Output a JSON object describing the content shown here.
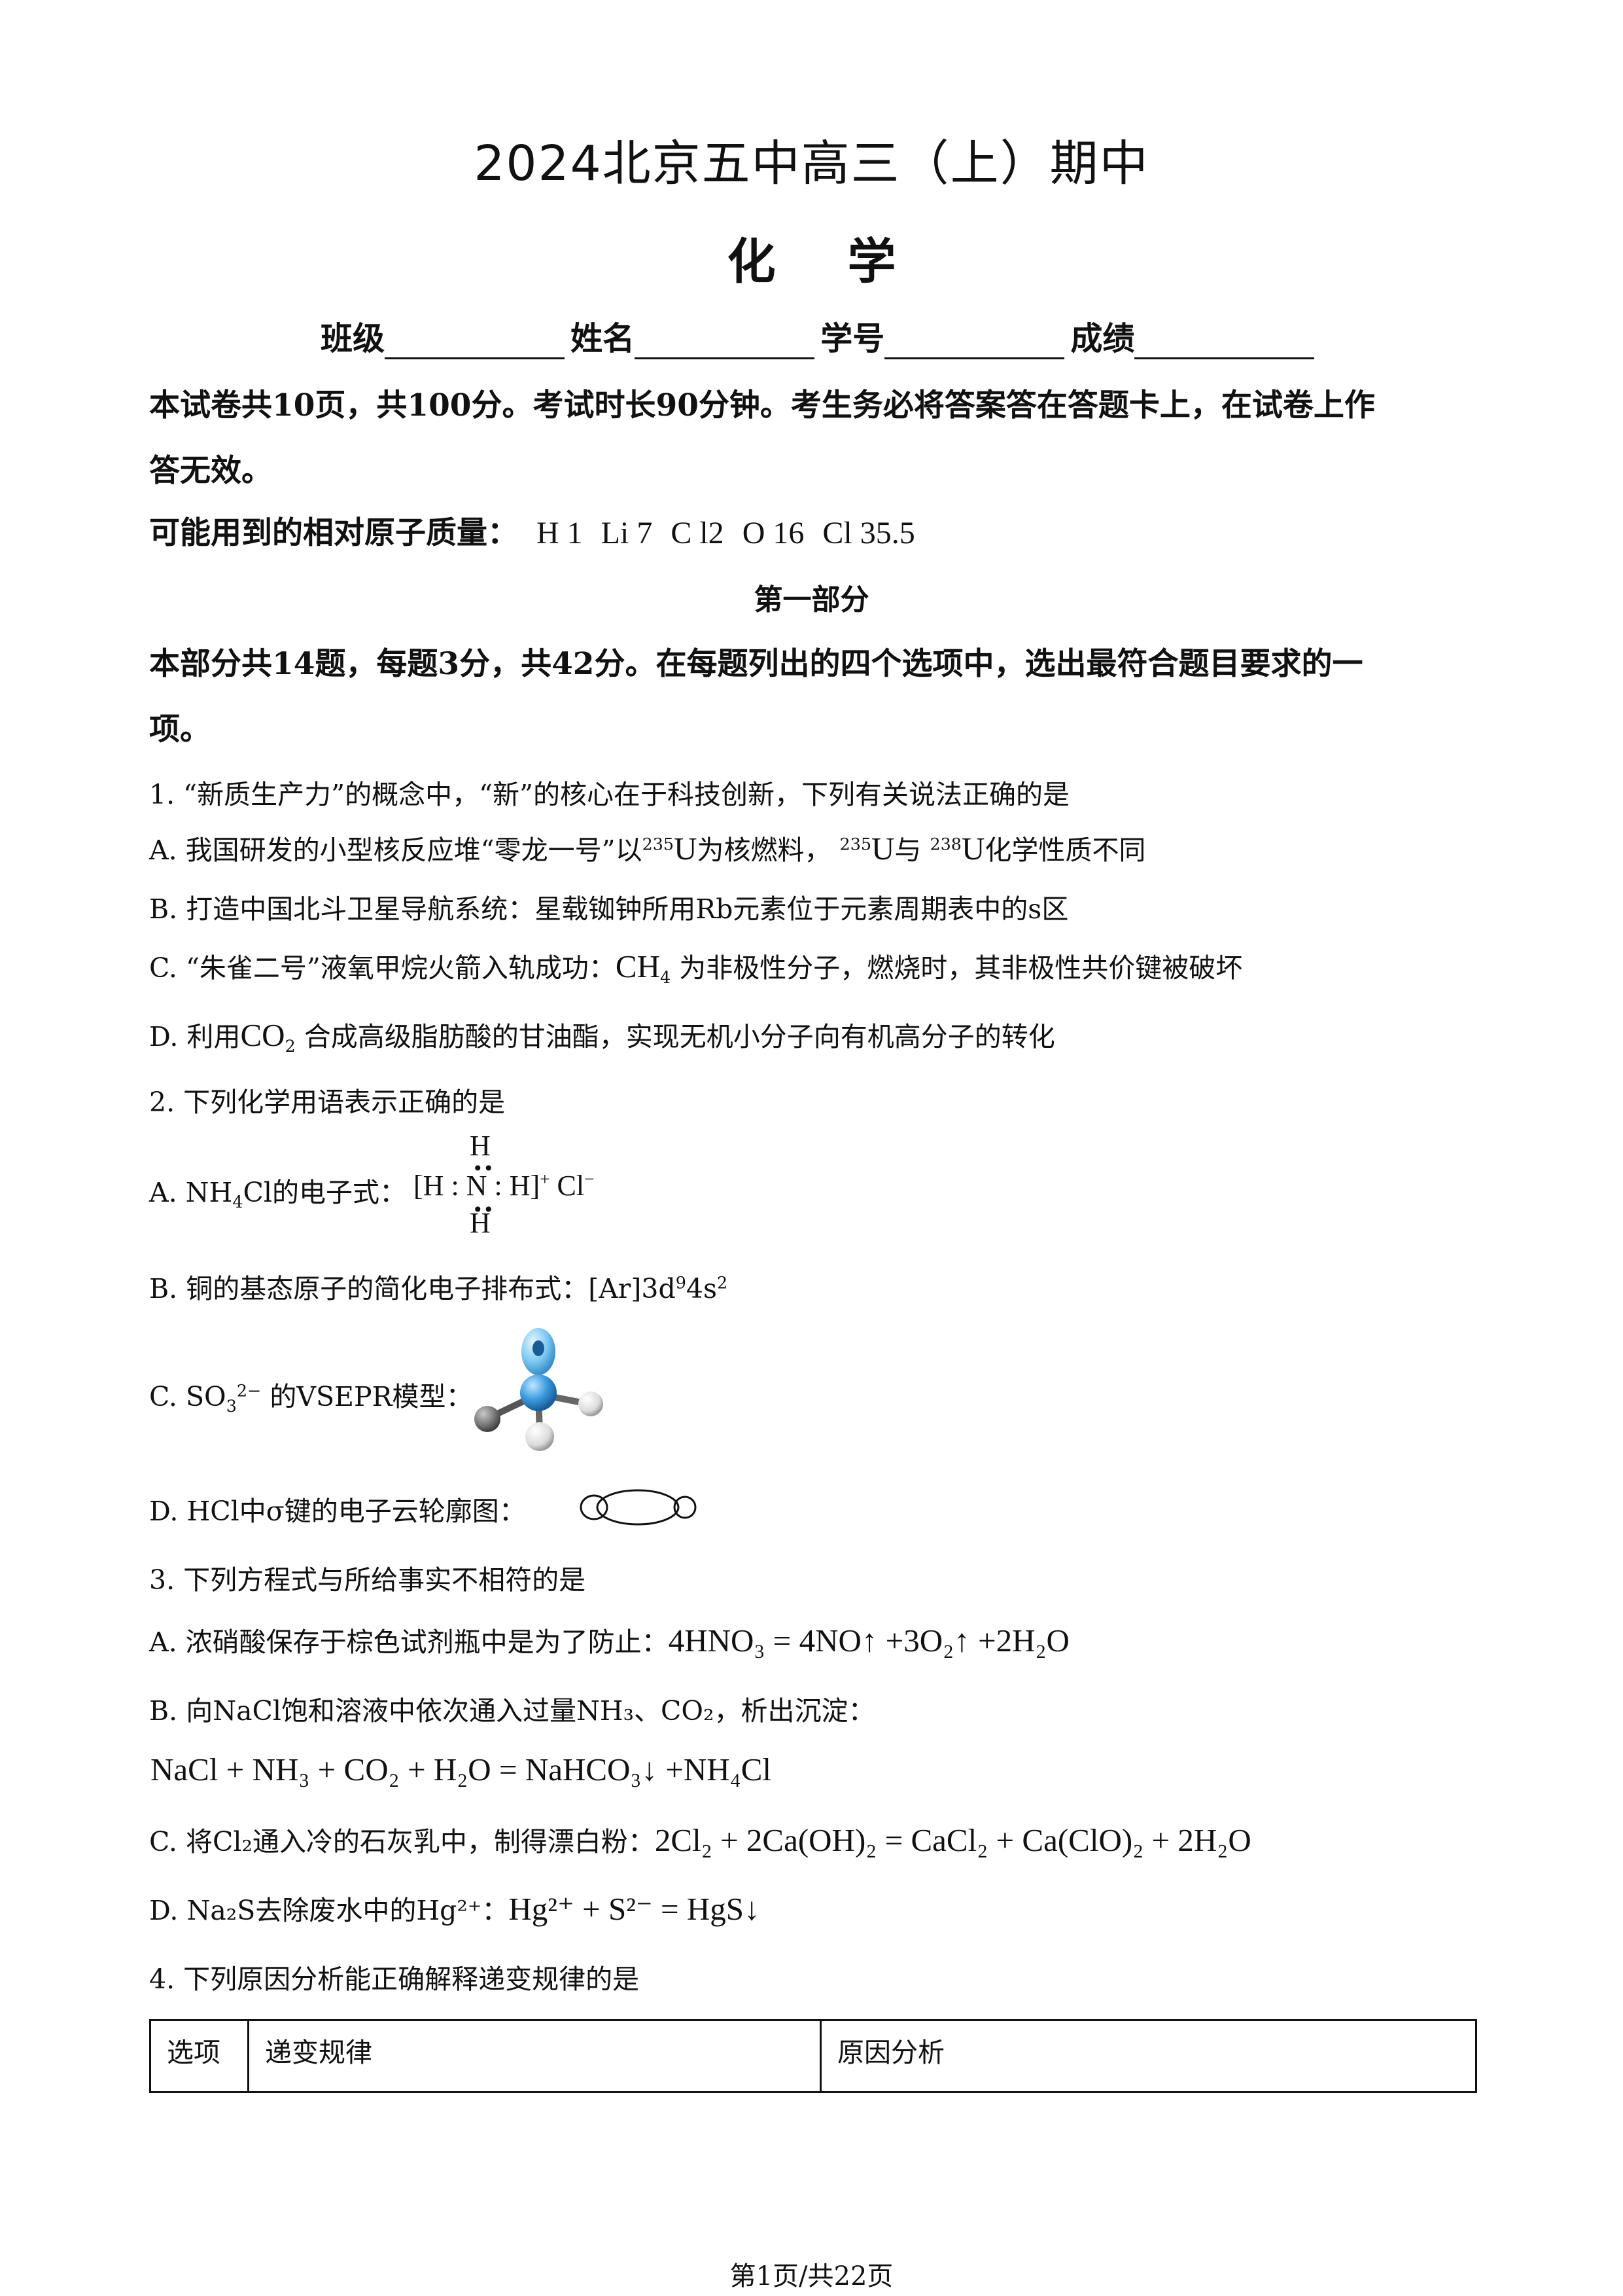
{
  "header": {
    "title": "2024北京五中高三（上）期中",
    "subject": "化学",
    "fields": [
      "班级",
      "姓名",
      "学号",
      "成绩"
    ]
  },
  "instructions": {
    "line1": "本试卷共10页，共100分。考试时长90分钟。考生务必将答案答在答题卡上，在试卷上作",
    "line2": "答无效。",
    "mass_label": "可能用到的相对原子质量：",
    "masses": [
      "H 1",
      "Li 7",
      "C l2",
      "O 16",
      "Cl 35.5"
    ]
  },
  "part1": {
    "title": "第一部分",
    "desc1": "本部分共14题，每题3分，共42分。在每题列出的四个选项中，选出最符合题目要求的一",
    "desc2": "项。"
  },
  "q1": {
    "stem": "1. “新质生产力”的概念中，“新”的核心在于科技创新，下列有关说法正确的是",
    "a_pre": "A. 我国研发的小型核反应堆“零龙一号”以",
    "a_mid1": "为核燃料，",
    "a_mid2": "与",
    "a_post": "化学性质不同",
    "mass_num_1": "235",
    "mass_num_2": "238",
    "sym_u": "U",
    "b": "B. 打造中国北斗卫星导航系统：星载铷钟所用Rb元素位于元素周期表中的s区",
    "c_pre": "C. “朱雀二号”液氧甲烷火箭入轨成功：",
    "c_formula": "CH",
    "c_sub": "4",
    "c_post": "为非极性分子，燃烧时，其非极性共价键被破坏",
    "d_pre": "D. 利用",
    "d_formula": "CO",
    "d_sub": "2",
    "d_post": "合成高级脂肪酸的甘油酯，实现无机小分子向有机高分子的转化"
  },
  "q2": {
    "stem": "2. 下列化学用语表示正确的是",
    "a_label": "A. NH",
    "a_sub": "4",
    "a_label2": "Cl的电子式：",
    "a_h": "H",
    "a_n": "N",
    "a_cl": "Cl",
    "a_plus": "+",
    "a_minus": "−",
    "b_pre": "B. 铜的基态原子的简化电子排布式：[Ar]3d",
    "b_sup1": "9",
    "b_mid": "4s",
    "b_sup2": "2",
    "c_pre": "C. SO",
    "c_sub": "3",
    "c_sup": "2−",
    "c_post": "的VSEPR模型：",
    "d": "D. HCl中σ键的电子云轮廓图："
  },
  "q3": {
    "stem": "3. 下列方程式与所给事实不相符的是",
    "a_pre": "A. 浓硝酸保存于棕色试剂瓶中是为了防止：",
    "a_eq": "4HNO₃ = 4NO↑ +3O₂↑ +2H₂O",
    "b_pre": "B. 向NaCl饱和溶液中依次通入过量NH₃、CO₂，析出沉淀：",
    "b_eq": "NaCl + NH₃ + CO₂ + H₂O = NaHCO₃↓ +NH₄Cl",
    "c_pre": "C. 将Cl₂通入冷的石灰乳中，制得漂白粉：",
    "c_eq": "2Cl₂ + 2Ca(OH)₂ = CaCl₂ + Ca(ClO)₂ + 2H₂O",
    "d_pre": "D. Na₂S去除废水中的Hg²⁺：",
    "d_eq": "Hg²⁺ + S²⁻ = HgS↓"
  },
  "q4": {
    "stem": "4. 下列原因分析能正确解释递变规律的是",
    "headers": [
      "选项",
      "递变规律",
      "原因分析"
    ]
  },
  "footer": "第1页/共22页"
}
